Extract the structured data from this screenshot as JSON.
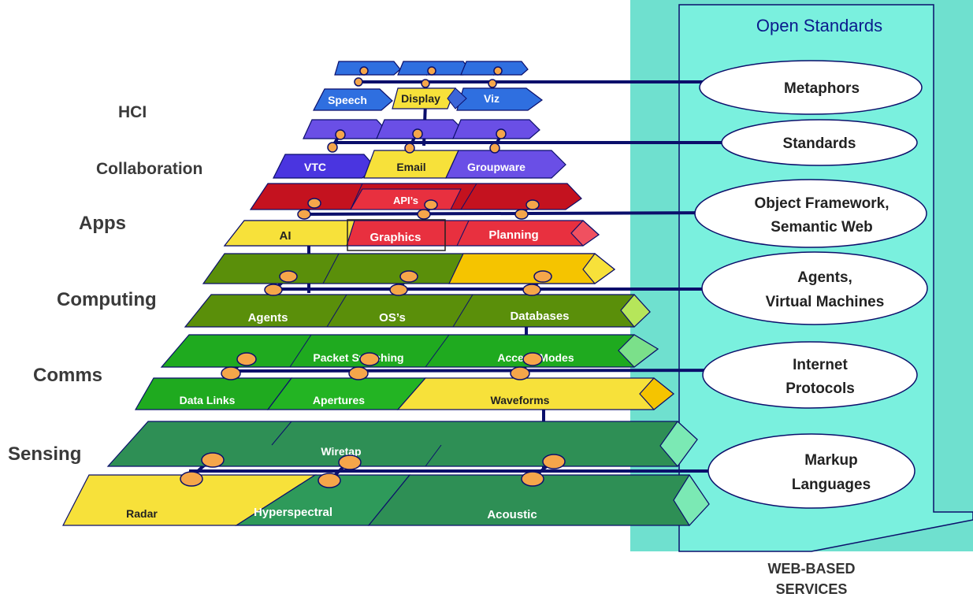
{
  "layers": {
    "hci": "HCI",
    "collaboration": "Collaboration",
    "apps": "Apps",
    "computing": "Computing",
    "comms": "Comms",
    "sensing": "Sensing"
  },
  "tiles": {
    "speech": "Speech",
    "display": "Display",
    "viz": "Viz",
    "vtc": "VTC",
    "email": "Email",
    "groupware": "Groupware",
    "apis": "API’s",
    "ai": "AI",
    "graphics": "Graphics",
    "planning": "Planning",
    "agents": "Agents",
    "oss": "OS’s",
    "databases": "Databases",
    "packet_switching": "Packet Switching",
    "access_modes": "Access Modes",
    "data_links": "Data Links",
    "apertures": "Apertures",
    "waveforms": "Waveforms",
    "wiretap": "Wiretap",
    "radar": "Radar",
    "hyperspectral": "Hyperspectral",
    "acoustic": "Acoustic"
  },
  "standards_panel": {
    "title": "Open Standards",
    "items": {
      "metaphors": "Metaphors",
      "standards": "Standards",
      "object_framework_1": "Object Framework,",
      "object_framework_2": "Semantic Web",
      "agents_1": "Agents,",
      "agents_2": "Virtual Machines",
      "internet_1": "Internet",
      "internet_2": "Protocols",
      "markup_1": "Markup",
      "markup_2": "Languages"
    },
    "footer_1": "WEB-BASED",
    "footer_2": "SERVICES"
  },
  "colors": {
    "blue": "#2f6fe0",
    "violet": "#6a4fe6",
    "red": "#e8303f",
    "yellow": "#f7e13a",
    "olive": "#5a8f0a",
    "green": "#1fae1f",
    "teal_green": "#2e8f55",
    "panel": "#79e9d8",
    "navy": "#0b0f6b",
    "node": "#f5a64a"
  }
}
